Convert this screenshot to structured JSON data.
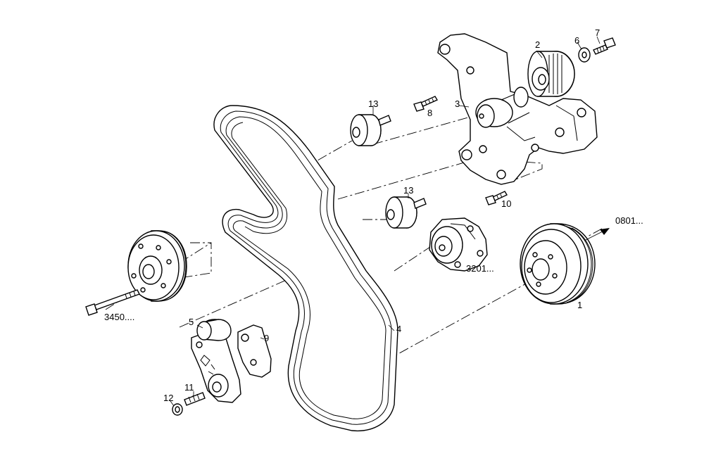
{
  "callouts": {
    "c1": "1",
    "c2": "2",
    "c3": "3",
    "c4": "4",
    "c5": "5",
    "c6": "6",
    "c7": "7",
    "c8": "8",
    "c9": "9",
    "c10": "10",
    "c11": "11",
    "c12": "12",
    "c13a": "13",
    "c13b": "13",
    "ref3450": "3450....",
    "ref3201": "3201...",
    "ref0801": "0801..."
  }
}
